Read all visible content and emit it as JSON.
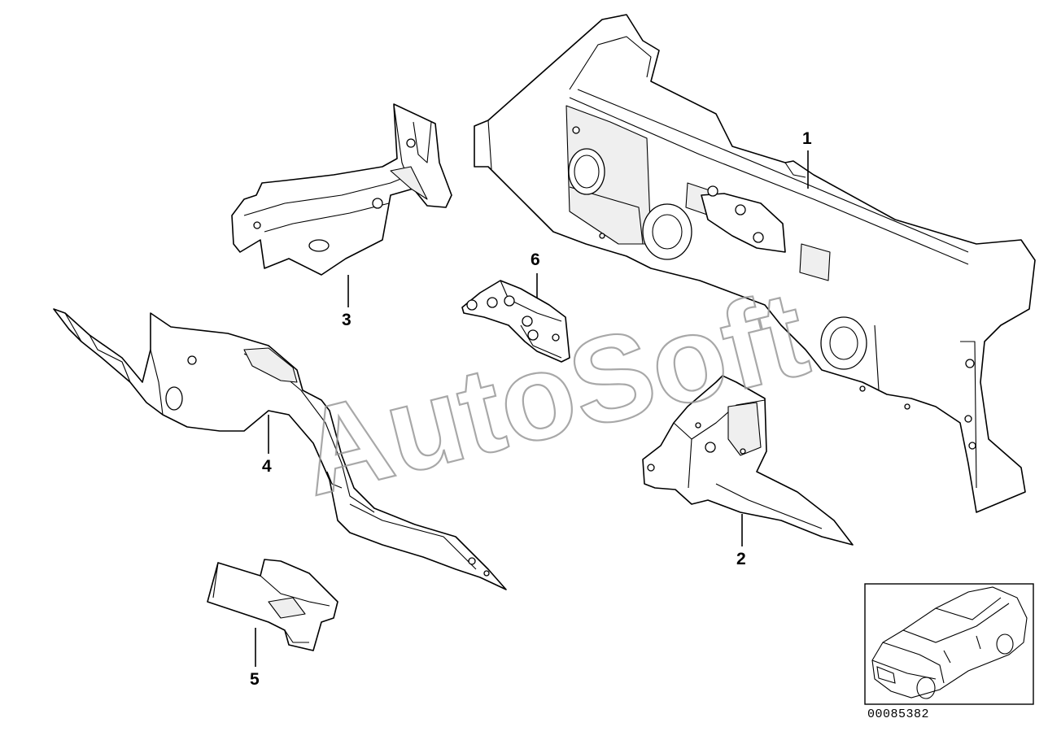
{
  "callouts": [
    {
      "number": "1"
    },
    {
      "number": "2"
    },
    {
      "number": "3"
    },
    {
      "number": "4"
    },
    {
      "number": "5"
    },
    {
      "number": "6"
    }
  ],
  "watermark": "AutoSoft",
  "document_number": "00085382"
}
